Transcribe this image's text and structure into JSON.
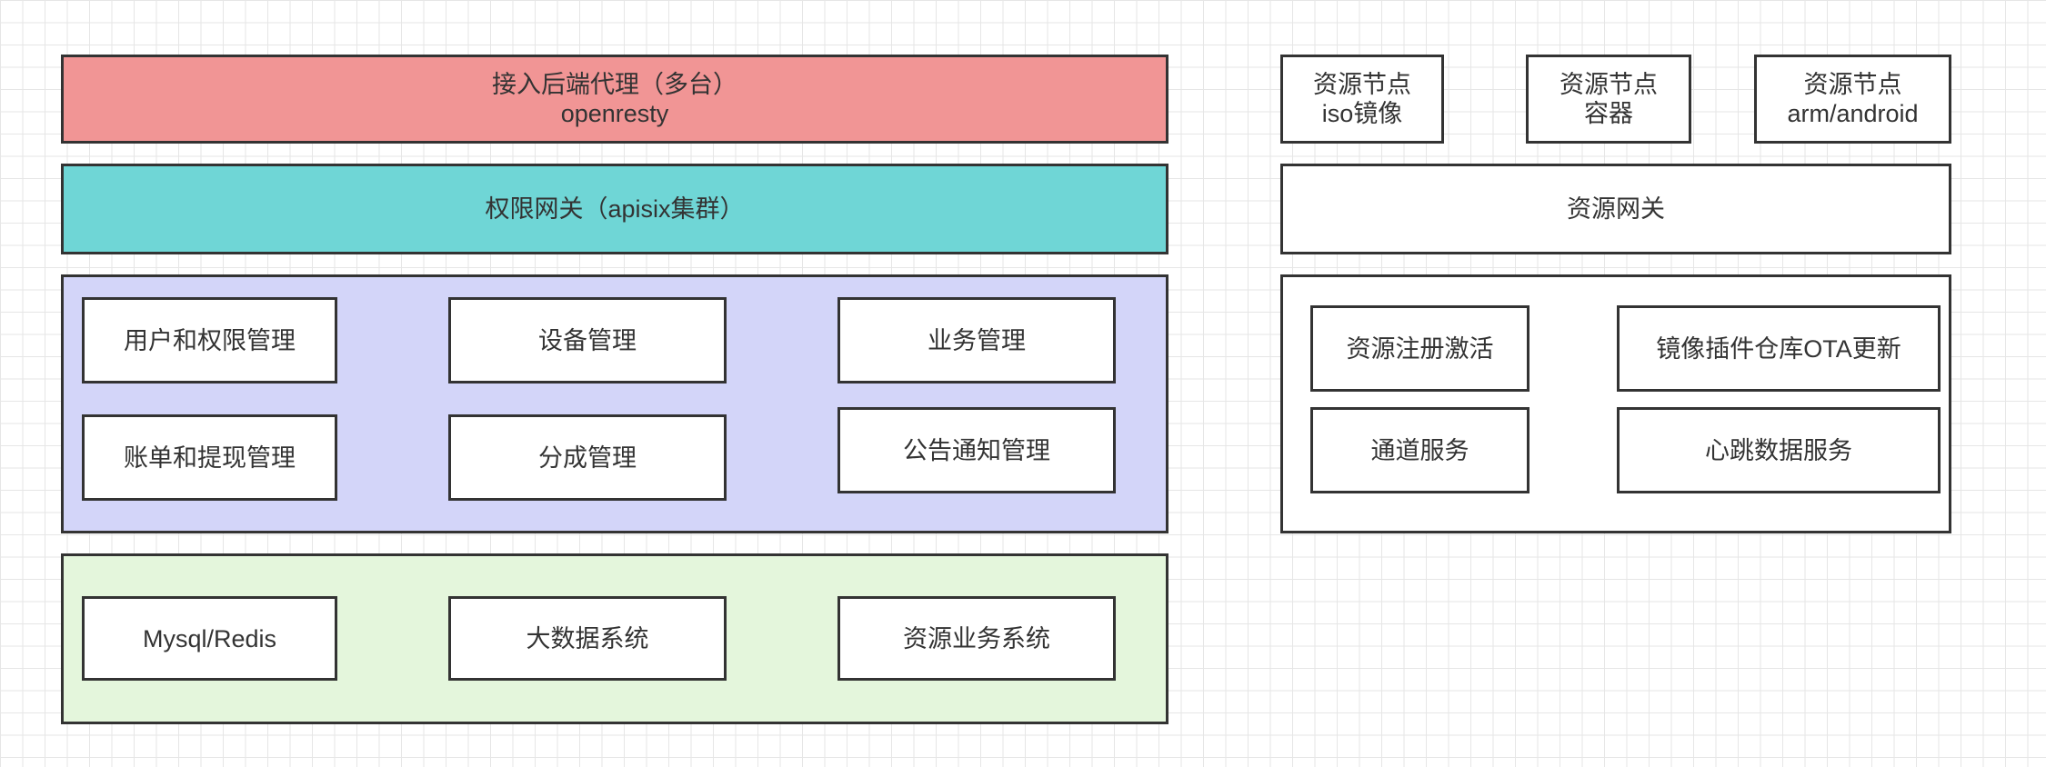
{
  "colors": {
    "proxy_fill": "#f19595",
    "gateway_fill": "#6fd6d6",
    "services_fill": "#d3d5f9",
    "storage_fill": "#e4f6dc",
    "white": "#ffffff",
    "stroke": "#333333"
  },
  "left": {
    "proxy": {
      "line1": "接入后端代理（多台）",
      "line2": "openresty"
    },
    "gateway": {
      "label": "权限网关（apisix集群）"
    },
    "services": {
      "user_permission": "用户和权限管理",
      "device": "设备管理",
      "business": "业务管理",
      "billing_withdraw": "账单和提现管理",
      "revenue_share": "分成管理",
      "announcement": "公告通知管理"
    },
    "storage": {
      "mysql_redis": "Mysql/Redis",
      "big_data": "大数据系统",
      "resource_business": "资源业务系统"
    }
  },
  "right": {
    "nodes": [
      {
        "line1": "资源节点",
        "line2": "iso镜像"
      },
      {
        "line1": "资源节点",
        "line2": "容器"
      },
      {
        "line1": "资源节点",
        "line2": "arm/android"
      }
    ],
    "gateway": {
      "label": "资源网关"
    },
    "services": {
      "register_activate": "资源注册激活",
      "image_plugin_ota": "镜像插件仓库OTA更新",
      "channel": "通道服务",
      "heartbeat": "心跳数据服务"
    }
  }
}
